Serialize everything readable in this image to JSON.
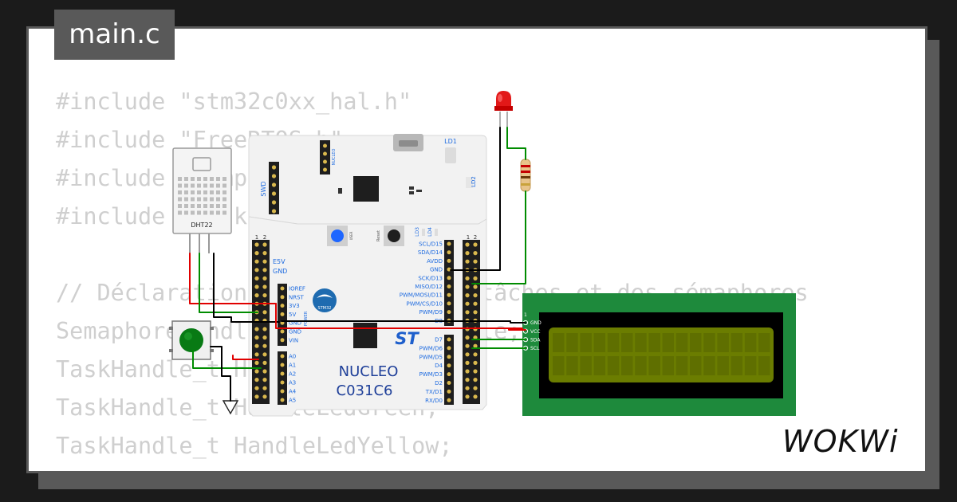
{
  "tab": {
    "filename": "main.c"
  },
  "code_lines": [
    "#include \"stm32c0xx_hal.h\"",
    "#include \"FreeRTOS.h\"",
    "#include \"semphr.h\"",
    "#include \"task.h\"",
    "",
    "// Déclaration des handles des tâches et des sémaphores",
    "SemaphoreHandle_t SemaphoreHandle;",
    "TaskHandle_t HandleLedRed;",
    "TaskHandle_t HandleLedGreen;",
    "TaskHandle_t HandleLedYellow;"
  ],
  "board": {
    "name_line1": "NUCLEO",
    "name_line2": "C031C6",
    "swd": "SWD",
    "nucleo_small": "NUCLEO",
    "ld1": "LD1",
    "ld2": "LD2",
    "ld3": "LD3",
    "ld4": "LD4",
    "user": "USER",
    "reset": "Reset",
    "stm32_logo": "STM32",
    "st_logo": "ST",
    "header_1": "1",
    "header_2": "2",
    "power_label": "POWER",
    "e5v": "E5V",
    "gnd_left": "GND",
    "power_pins": [
      "IOREF",
      "NRST",
      "3V3",
      "5V",
      "GND",
      "GND",
      "VIN"
    ],
    "analog_pins": [
      "A0",
      "A1",
      "A2",
      "A3",
      "A4",
      "A5"
    ],
    "digital_top": [
      "SCL/D15",
      "SDA/D14",
      "AVDD",
      "GND",
      "SCK/D13",
      "MISO/D12",
      "PWM/MOSI/D11",
      "PWM/CS/D10",
      "PWM/D9",
      "D8"
    ],
    "digital_bottom": [
      "D7",
      "PWM/D6",
      "PWM/D5",
      "D4",
      "PWM/D3",
      "D2",
      "TX/D1",
      "RX/D0"
    ]
  },
  "sensor": {
    "label": "DHT22"
  },
  "lcd": {
    "pins": [
      "GND",
      "VCC",
      "SDA",
      "SCL"
    ],
    "pin_index": "1"
  },
  "brand": {
    "text": "WOKWi"
  },
  "colors": {
    "background": "#1b1b1b",
    "card_border": "#595959",
    "code_text": "#cfcfcf",
    "wire_red": "#e00000",
    "wire_green": "#008c00",
    "wire_black": "#000000",
    "lcd_board": "#1e8a3c",
    "lcd_screen": "#6b7d00",
    "button_green": "#087a14",
    "user_button": "#1e66ff"
  },
  "icons": {
    "tab": "file-tab",
    "ground": "ground-symbol-icon",
    "led": "red-led-icon",
    "resistor": "resistor-icon"
  }
}
